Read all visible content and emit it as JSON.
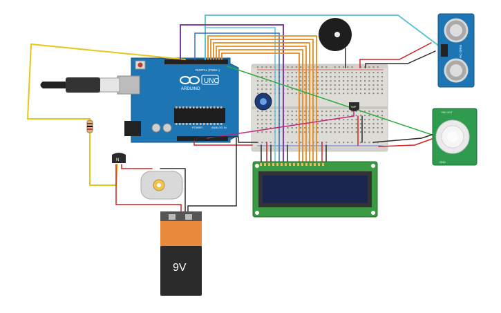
{
  "canvas": {
    "background": "#ffffff"
  },
  "arduino": {
    "logo_text": "ARDUINO",
    "model_text": "UNO",
    "digital_label": "DIGITAL (PWM~)",
    "power_label": "POWER",
    "analog_label": "ANALOG IN",
    "board_color": "#1d76b3"
  },
  "battery": {
    "label": "9V",
    "top_color": "#e8893b",
    "body_color": "#2b2b2b"
  },
  "transistor": {
    "label": "N"
  },
  "tmp_sensor": {
    "label": "TMP"
  },
  "ultrasonic": {
    "label": "HC-SR04",
    "board_color": "#1d76b3"
  },
  "pir": {
    "top_label": "+5V  OUT",
    "bottom_label": "GND",
    "board_color": "#2e9b4f"
  },
  "lcd": {
    "board_color": "#3a9a42",
    "screen_color": "#1a2650"
  },
  "wires": {
    "yellow": "#e8c619",
    "cyan": "#5ec4d8",
    "purple": "#7a3fa3",
    "blue": "#2f6fd6",
    "orange": "#e8891d",
    "green": "#2eab3e",
    "magenta": "#c2257a",
    "red": "#d61f1f",
    "black": "#2b2b2b"
  }
}
